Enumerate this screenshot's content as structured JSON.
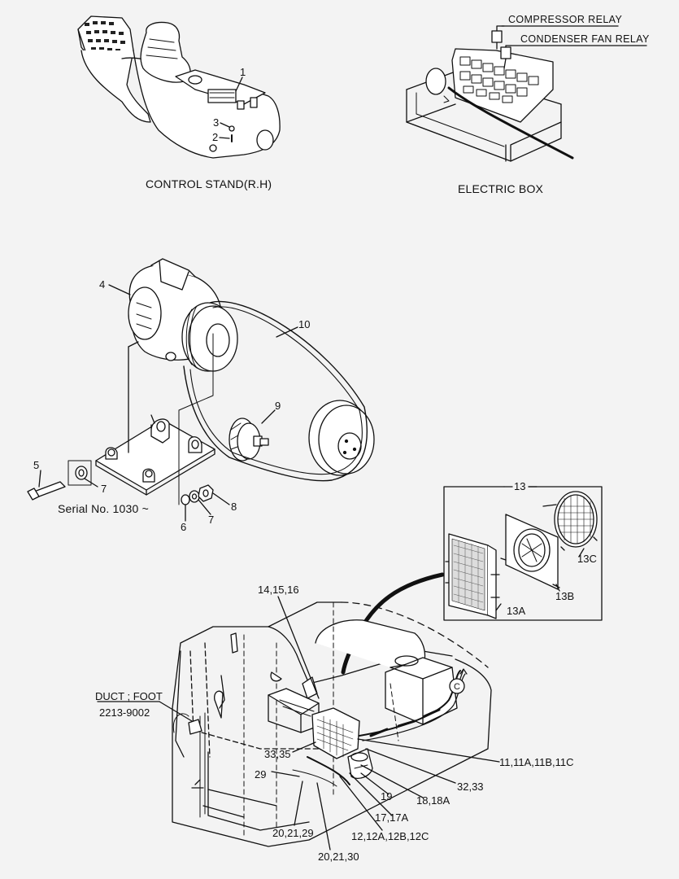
{
  "top": {
    "control_stand_caption": "CONTROL STAND(R.H)",
    "electric_box_caption": "ELECTRIC BOX",
    "compressor_relay": "COMPRESSOR  RELAY",
    "condenser_fan_relay": "CONDENSER  FAN  RELAY",
    "callouts": {
      "c1": "1",
      "c2": "2",
      "c3": "3"
    }
  },
  "compressor": {
    "serial_note": "Serial No. 1030 ~",
    "callouts": {
      "c4": "4",
      "c5": "5",
      "c6": "6",
      "c7a": "7",
      "c7b": "7",
      "c8": "8",
      "c9": "9",
      "c10": "10"
    }
  },
  "condenser": {
    "callouts": {
      "c13": "13",
      "c13a": "13A",
      "c13b": "13B",
      "c13c": "13C"
    }
  },
  "machine": {
    "duct_label": "DUCT ; FOOT",
    "duct_part_no": "2213-9002",
    "circle_c": "C",
    "callouts": {
      "c14": "14,15,16",
      "c11": "11,11A,11B,11C",
      "c32": "32,33",
      "c18": "18,18A",
      "c19": "19",
      "c17": "17,17A",
      "c12": "12,12A,12B,12C",
      "c33": "33,35",
      "c29": "29",
      "c20a": "20,21,29",
      "c20b": "20,21,30"
    }
  }
}
